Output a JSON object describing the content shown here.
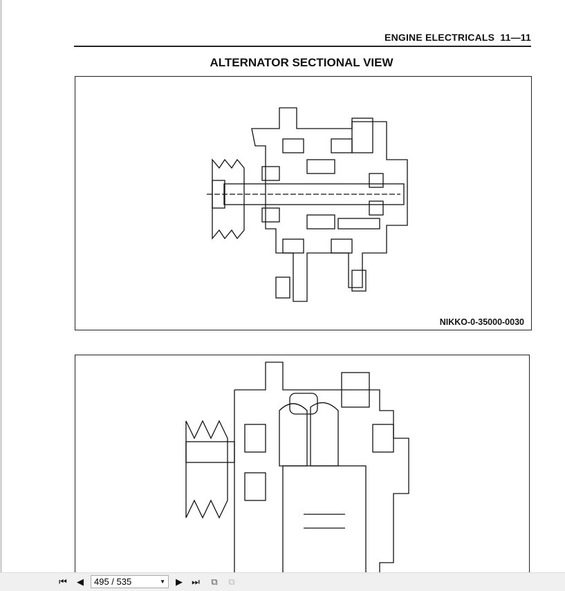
{
  "header": {
    "section": "ENGINE ELECTRICALS",
    "page": "11—11"
  },
  "title": "ALTERNATOR SECTIONAL VIEW",
  "figures": [
    {
      "label": "NIKKO-0-35000-0030"
    },
    {
      "label": ""
    }
  ],
  "toolbar": {
    "page_value": "495 / 535",
    "icons": [
      "first-page-icon",
      "prev-page-icon",
      "next-page-icon",
      "last-page-icon",
      "fit-page-icon",
      "fit-width-icon"
    ]
  }
}
